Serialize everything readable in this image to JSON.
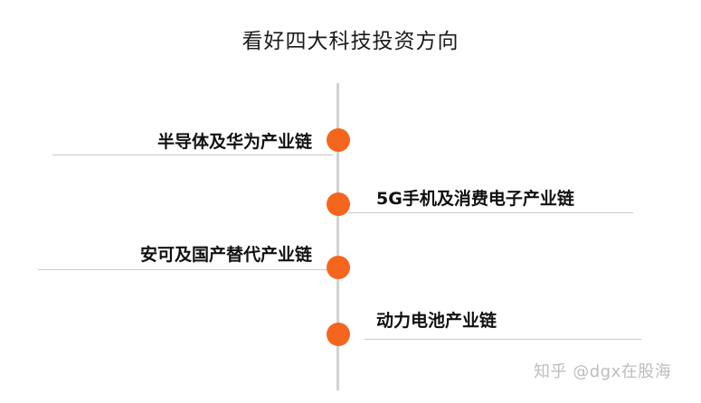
{
  "title": "看好四大科技投资方向",
  "items": [
    {
      "label": "半导体及华为产业链"
    },
    {
      "label": "5G手机及消费电子产业链"
    },
    {
      "label": "安可及国产替代产业链"
    },
    {
      "label": "动力电池产业链"
    }
  ],
  "watermark": "知乎 @dgx在股海",
  "colors": {
    "dot": "#f4661e",
    "axis": "#d2d2d2",
    "underline": "#c9c9c9"
  }
}
